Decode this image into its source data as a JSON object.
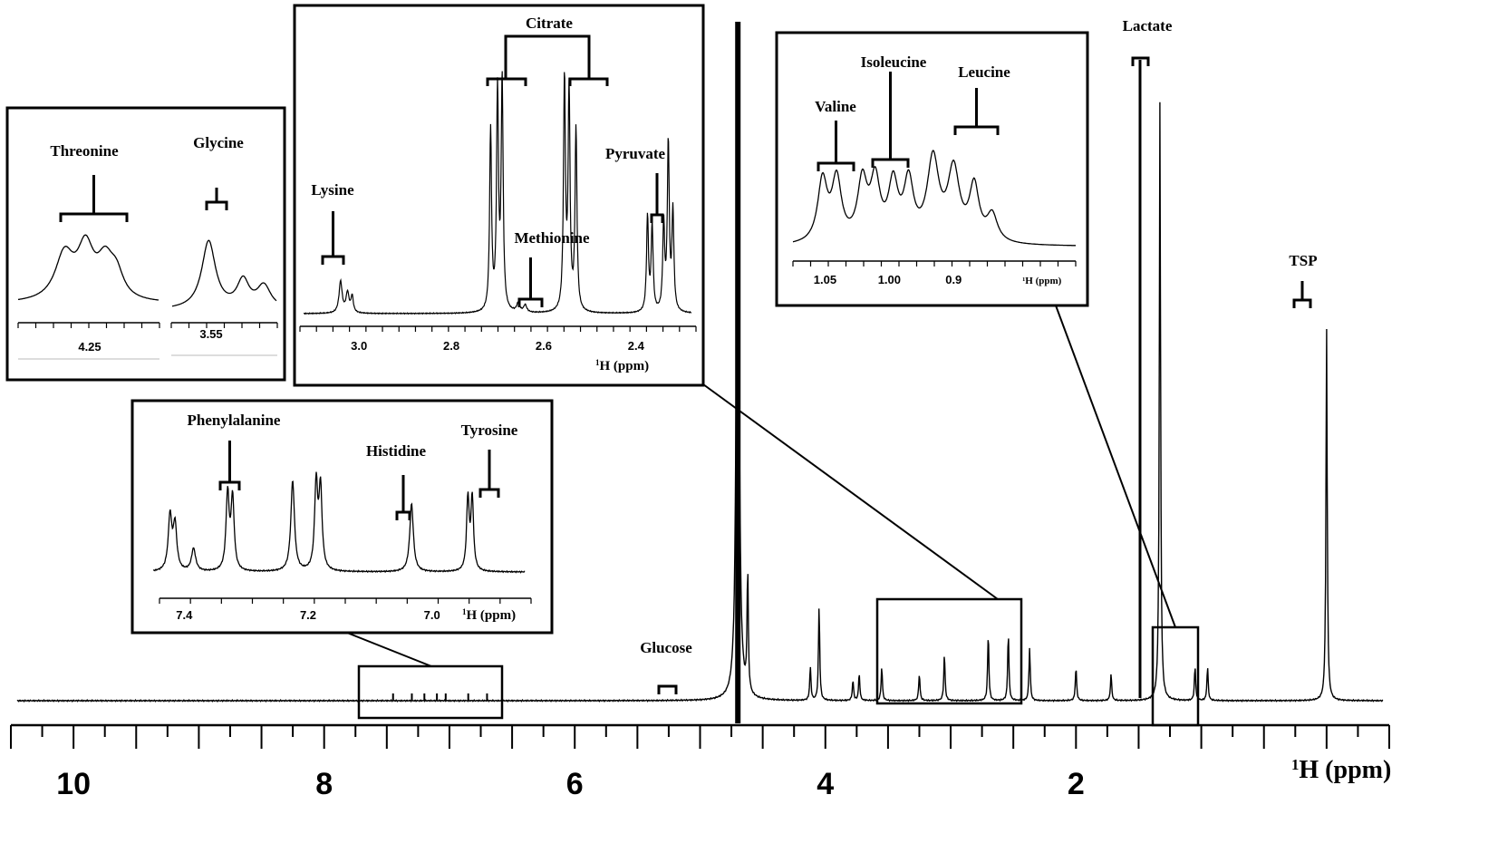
{
  "chart_data": {
    "type": "line",
    "title": "",
    "xlabel": "1H (ppm)",
    "xlim": [
      10.5,
      -0.5
    ],
    "x_reversed": true,
    "ticks": [
      "10",
      "8",
      "6",
      "4",
      "2"
    ],
    "annotations": [
      "Glucose",
      "Lactate",
      "TSP"
    ],
    "peaks": [
      {
        "ppm": 4.7,
        "height": 1.0
      },
      {
        "ppm": 4.62,
        "height": 0.18
      },
      {
        "ppm": 4.05,
        "height": 0.14
      },
      {
        "ppm": 4.12,
        "height": 0.05
      },
      {
        "ppm": 3.78,
        "height": 0.03
      },
      {
        "ppm": 3.73,
        "height": 0.04
      },
      {
        "ppm": 3.55,
        "height": 0.05
      },
      {
        "ppm": 3.25,
        "height": 0.04
      },
      {
        "ppm": 3.05,
        "height": 0.07
      },
      {
        "ppm": 2.7,
        "height": 0.1
      },
      {
        "ppm": 2.54,
        "height": 0.1
      },
      {
        "ppm": 2.37,
        "height": 0.08
      },
      {
        "ppm": 2.0,
        "height": 0.05
      },
      {
        "ppm": 1.72,
        "height": 0.04
      },
      {
        "ppm": 1.33,
        "height": 0.9
      },
      {
        "ppm": 1.05,
        "height": 0.05
      },
      {
        "ppm": 0.95,
        "height": 0.05
      },
      {
        "ppm": 0.0,
        "height": 0.56
      }
    ],
    "insets": [
      {
        "id": "inset-threonine-glycine",
        "labels": [
          "Threonine",
          "Glycine"
        ],
        "ticks": [
          "4.25",
          "3.55"
        ]
      },
      {
        "id": "inset-citrate",
        "labels": [
          "Citrate",
          "Lysine",
          "Pyruvate",
          "Methionine"
        ],
        "ticks": [
          "3.0",
          "2.8",
          "2.6",
          "2.4"
        ],
        "xlabel": "1H (ppm)"
      },
      {
        "id": "inset-bcaa",
        "labels": [
          "Isoleucine",
          "Leucine",
          "Valine"
        ],
        "ticks": [
          "1.05",
          "1.00",
          "0.9"
        ],
        "xlabel": "1H (ppm)"
      },
      {
        "id": "inset-aromatic",
        "labels": [
          "Phenylalanine",
          "Histidine",
          "Tyrosine"
        ],
        "ticks": [
          "7.4",
          "7.2",
          "7.0"
        ],
        "xlabel": "1H (ppm)"
      }
    ]
  }
}
